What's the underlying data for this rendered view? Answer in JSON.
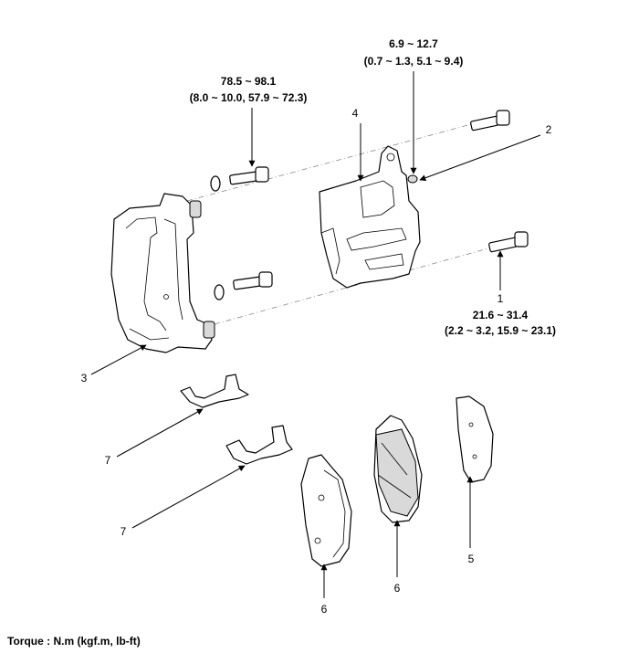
{
  "callouts": {
    "c1": "1",
    "c2": "2",
    "c3": "3",
    "c4": "4",
    "c5": "5",
    "c6a": "6",
    "c6b": "6",
    "c7a": "7",
    "c7b": "7"
  },
  "torques": {
    "t_top_right_line1": "6.9 ~ 12.7",
    "t_top_right_line2": "(0.7 ~ 1.3, 5.1 ~ 9.4)",
    "t_top_left_line1": "78.5 ~ 98.1",
    "t_top_left_line2": "(8.0 ~ 10.0, 57.9 ~ 72.3)",
    "t_right_line1": "21.6 ~ 31.4",
    "t_right_line2": "(2.2 ~ 3.2, 15.9 ~ 23.1)"
  },
  "footer": {
    "torque_units": "Torque : N.m (kgf.m, lb-ft)"
  }
}
